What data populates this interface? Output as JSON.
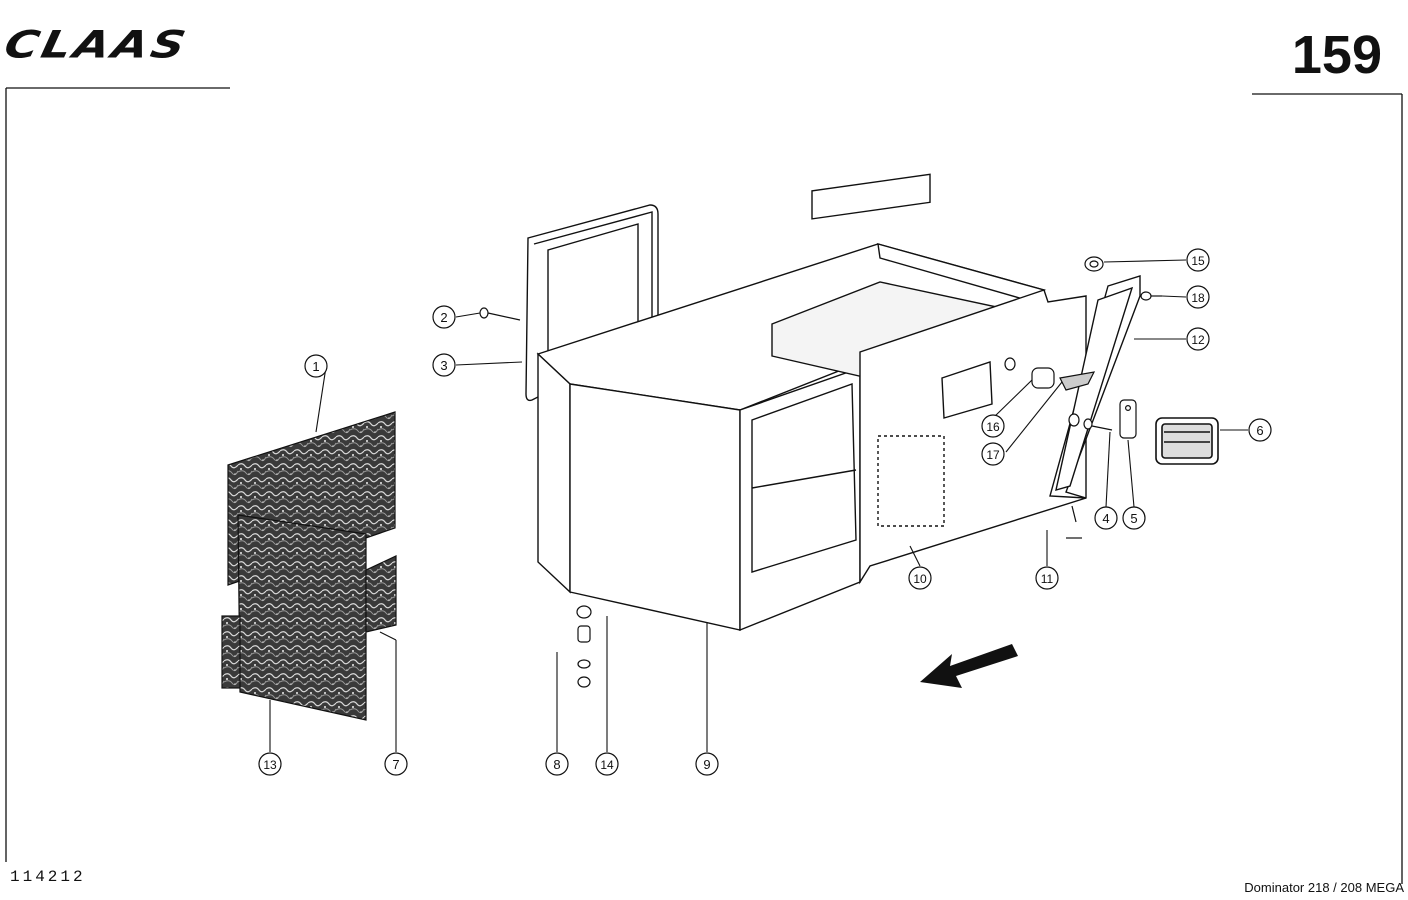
{
  "header": {
    "brand": "CLAAS",
    "page_number": "159"
  },
  "footer": {
    "drawing_number": "114212",
    "model": "Dominator 218 / 208 MEGA"
  },
  "callouts": [
    "1",
    "2",
    "3",
    "4",
    "5",
    "6",
    "7",
    "8",
    "9",
    "10",
    "11",
    "12",
    "13",
    "14",
    "15",
    "16",
    "17",
    "18"
  ],
  "colors": {
    "ink": "#111111",
    "paper": "#ffffff"
  }
}
